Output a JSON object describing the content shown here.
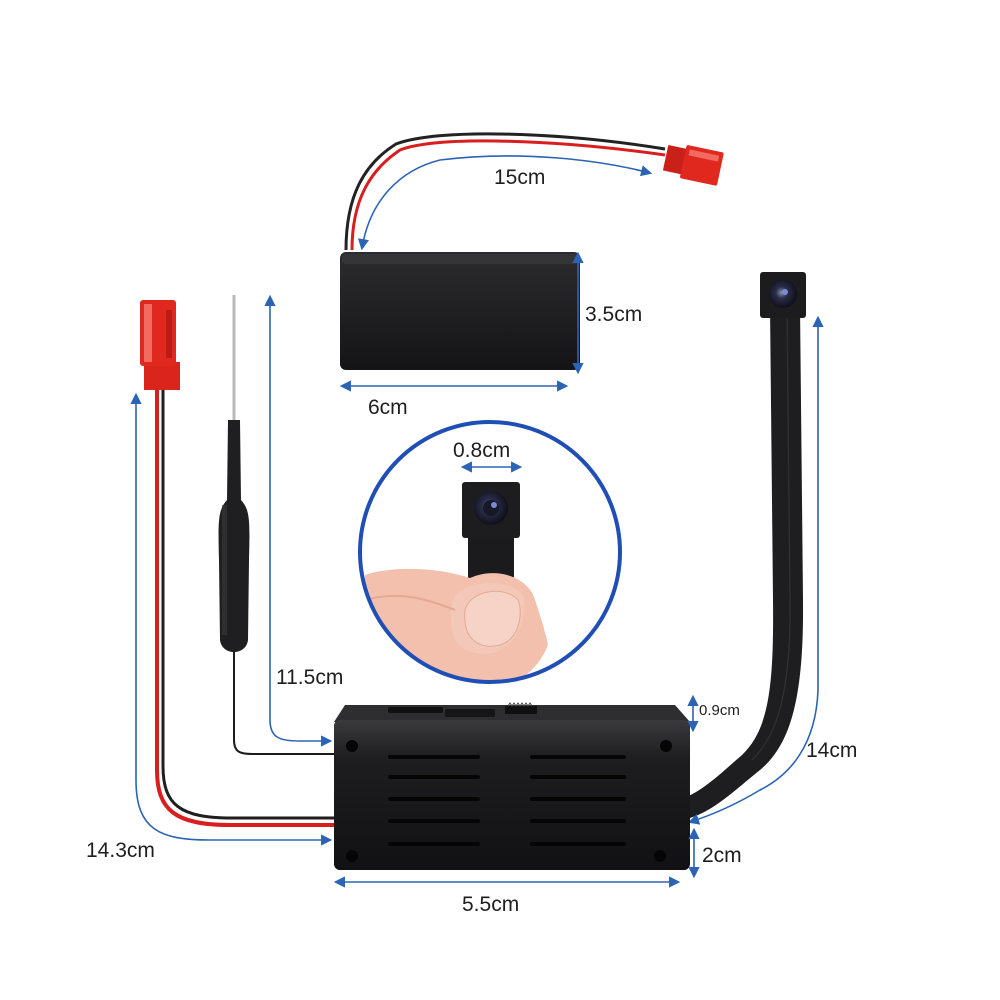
{
  "dimensions": {
    "battery_wire_length": "15cm",
    "battery_height": "3.5cm",
    "battery_width": "6cm",
    "camera_lens_width": "0.8cm",
    "antenna_length": "11.5cm",
    "module_thickness": "0.9cm",
    "ribbon_cable_length": "14cm",
    "power_cable_length": "14.3cm",
    "module_height": "2cm",
    "module_width": "5.5cm"
  },
  "colors": {
    "dimension_line": "#2b63b5",
    "wire_red": "#d81e1e",
    "connector_red": "#e0281f",
    "device_black": "#1d1d1f",
    "zoom_circle": "#1f4fb5"
  }
}
